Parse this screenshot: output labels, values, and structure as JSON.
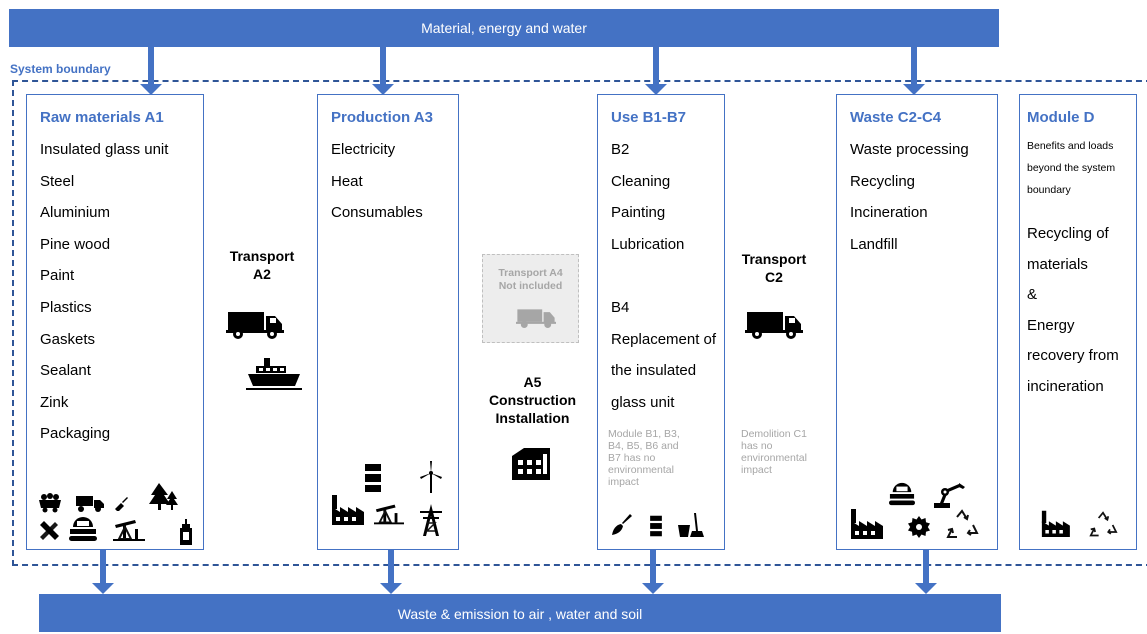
{
  "top_bar": "Material, energy and water",
  "bottom_bar": "Waste & emission to air , water and soil",
  "system_boundary": "System boundary",
  "raw_materials": {
    "title": "Raw materials A1",
    "items": [
      "Insulated glass unit",
      "Steel",
      "Aluminium",
      "Pine wood",
      "Paint",
      "Plastics",
      "Gaskets",
      "Sealant",
      "Zink",
      "Packaging"
    ],
    "icons": [
      "mine-cart-icon",
      "dump-truck-icon",
      "oil-can-icon",
      "forest-icon",
      "pickaxe-icon",
      "excavator-icon",
      "oil-pump-icon",
      "glue-bottle-icon"
    ]
  },
  "transport_a2": {
    "line1": "Transport",
    "line2": "A2",
    "icons": [
      "truck-icon",
      "ship-icon"
    ]
  },
  "production": {
    "title": "Production A3",
    "items": [
      "Electricity",
      "Heat",
      "Consumables"
    ],
    "icons": [
      "barrel-icon",
      "wind-turbine-icon",
      "factory-icon",
      "oil-pump-icon",
      "power-pylon-icon"
    ]
  },
  "transport_a4": {
    "line1": "Transport A4",
    "line2": "Not included",
    "icon": "truck-icon"
  },
  "a5": {
    "line1": "A5",
    "line2": "Construction",
    "line3": "Installation",
    "icon": "building-icon"
  },
  "use": {
    "title": "Use B1-B7",
    "items": [
      "B2",
      "Cleaning",
      "Painting",
      "Lubrication",
      "",
      "B4",
      "Replacement of",
      "the insulated",
      "glass unit"
    ],
    "note": [
      "Module B1, B3,",
      "B4, B5, B6 and",
      "B7 has no",
      "environmental",
      "impact"
    ],
    "icons": [
      "paint-brush-icon",
      "barrel-icon",
      "bucket-mop-icon"
    ]
  },
  "transport_c2": {
    "line1": "Transport",
    "line2": "C2",
    "icon": "truck-icon",
    "note": [
      "Demolition C1",
      "has no",
      "environmental",
      "impact"
    ]
  },
  "waste": {
    "title": "Waste C2-C4",
    "items": [
      "Waste processing",
      "Recycling",
      "Incineration",
      "Landfill"
    ],
    "icons": [
      "excavator-icon",
      "robot-arm-icon",
      "factory-icon",
      "saw-blade-icon",
      "recycle-icon"
    ]
  },
  "module_d": {
    "title": "Module D",
    "subtitle": [
      "Benefits and loads",
      "beyond the system",
      "boundary"
    ],
    "items": [
      "Recycling of",
      "materials",
      "&",
      "Energy",
      "recovery from",
      "incineration"
    ],
    "icons": [
      "factory-icon",
      "recycle-icon"
    ]
  }
}
